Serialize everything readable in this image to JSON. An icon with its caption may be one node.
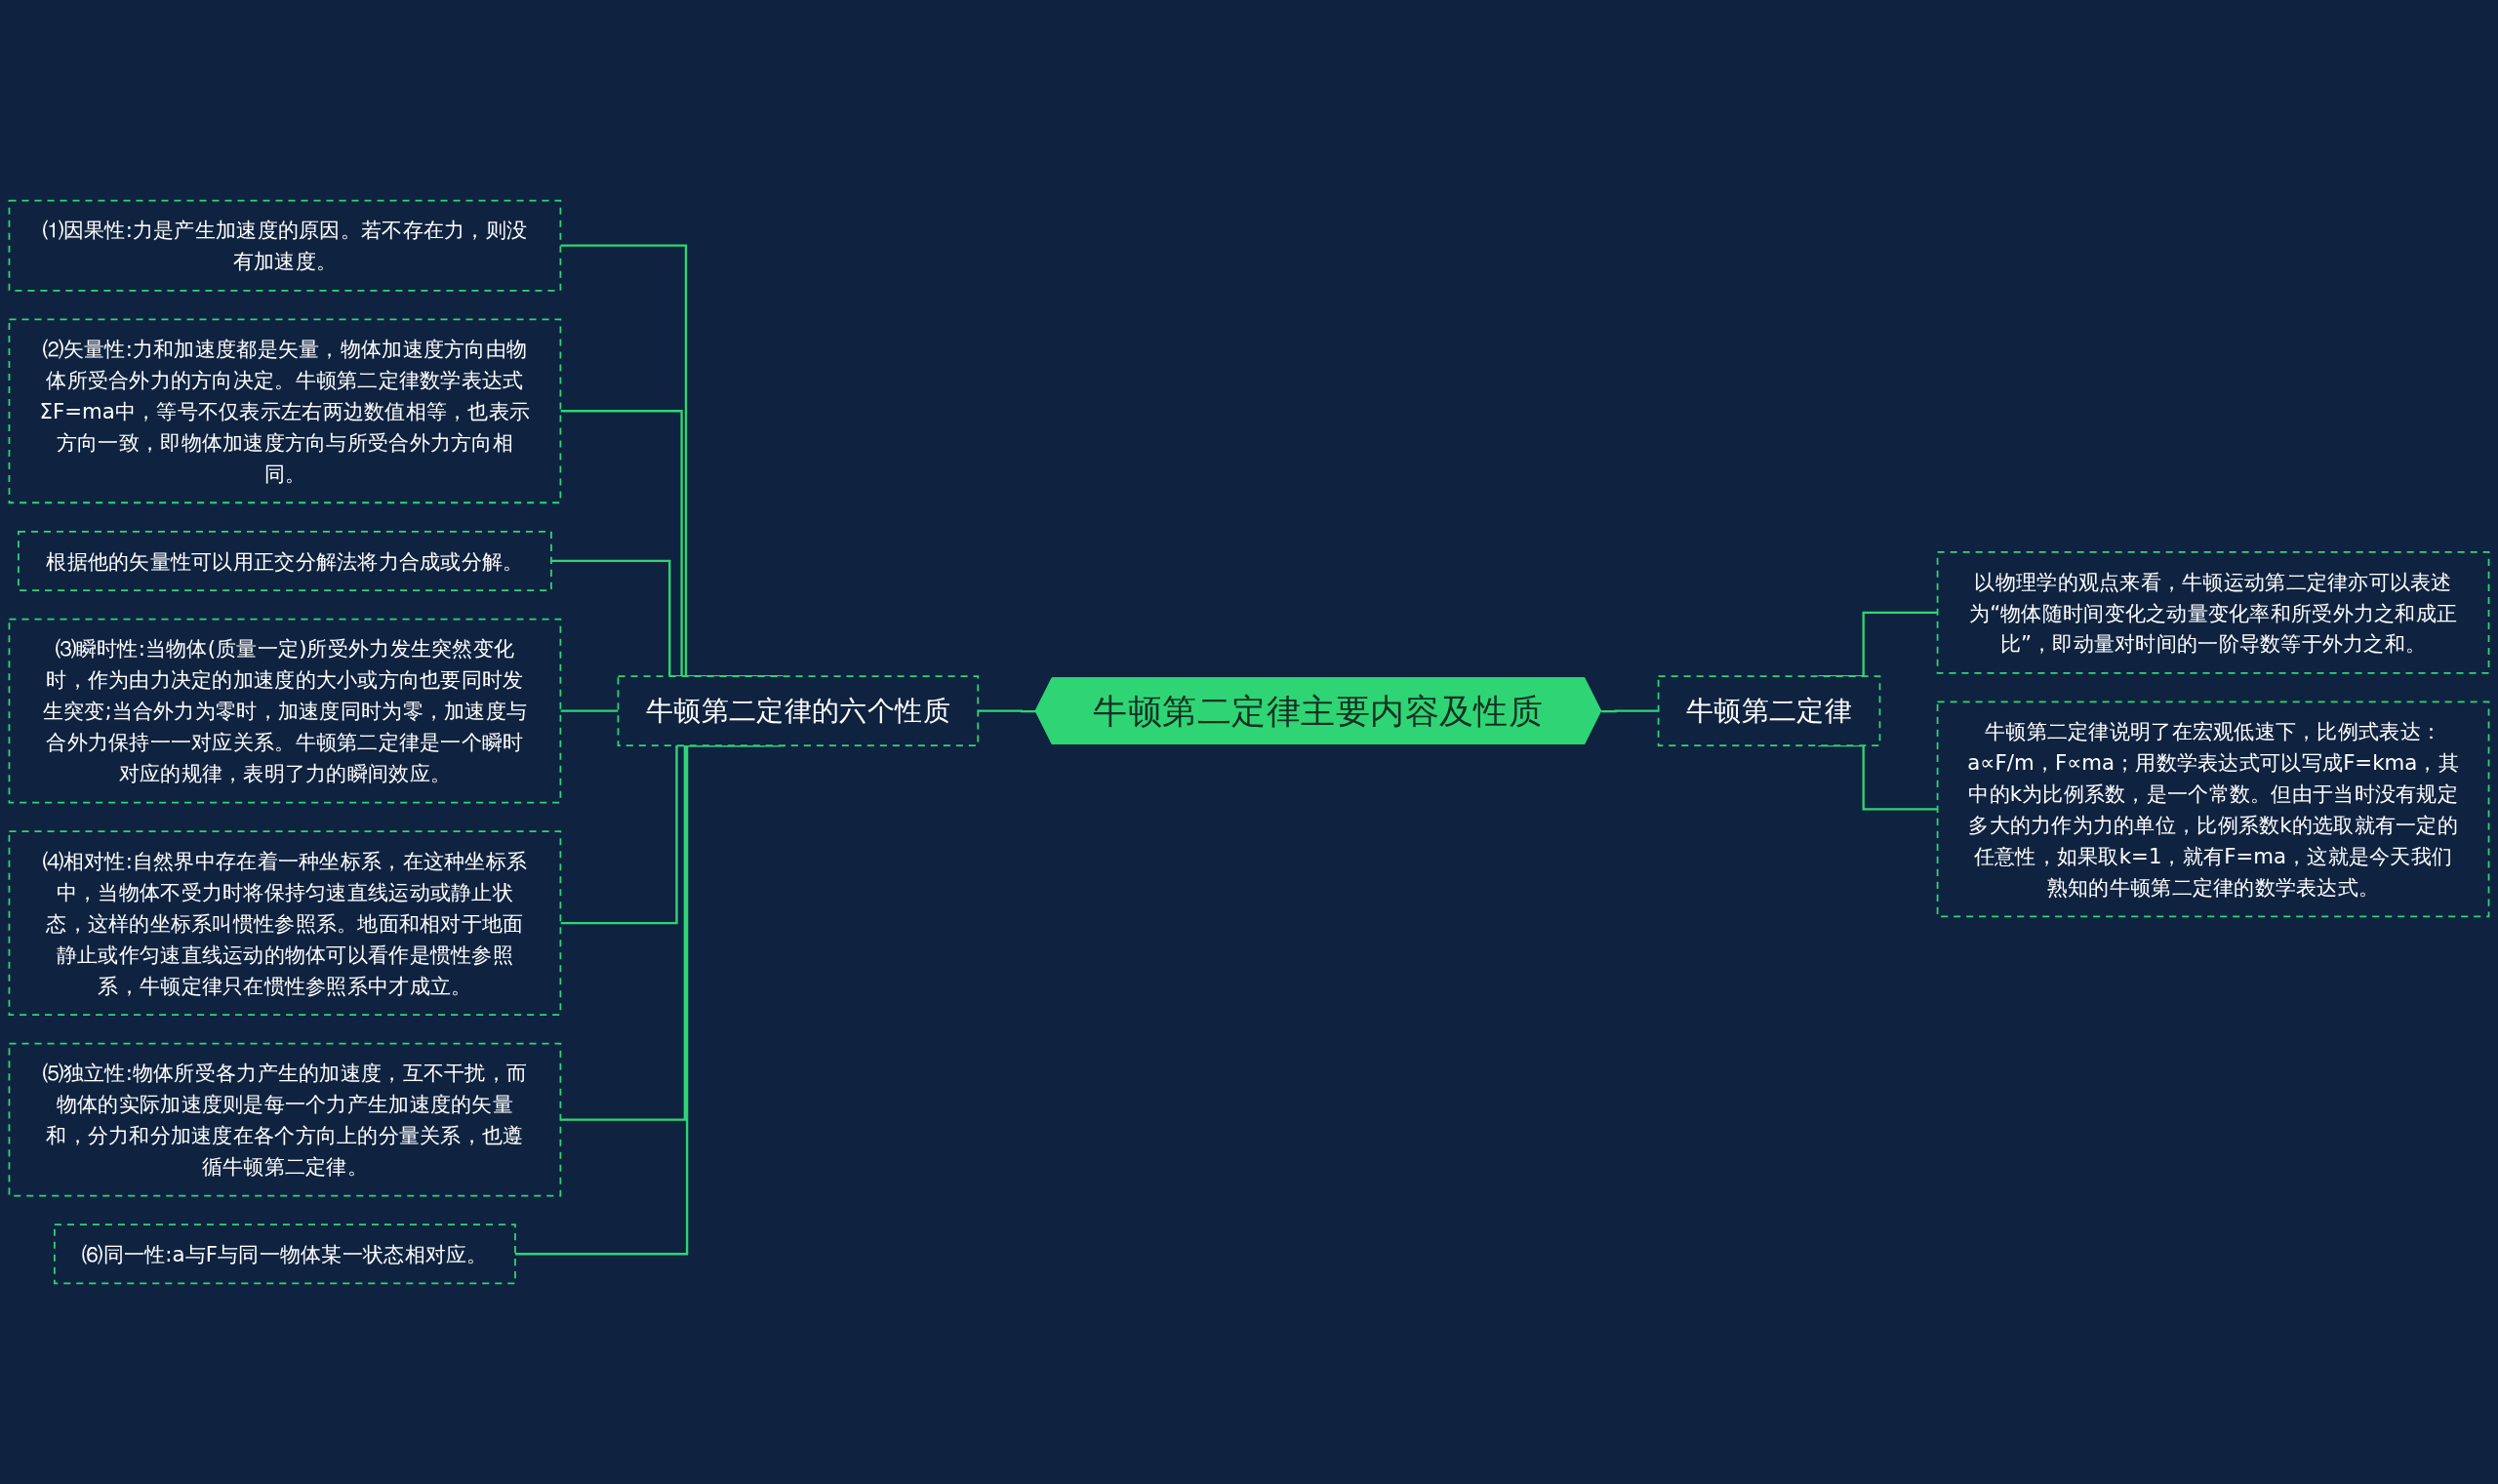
{
  "diagram": {
    "nodes": [
      {
        "text": [
          "牛顿第二定律主要内容及性质"
        ]
      },
      {
        "text": [
          "牛顿第二定律的六个性质"
        ]
      },
      {
        "text": [
          "⑴因果性:力是产生加速度的原因。若不存在力，则没有加速度。"
        ]
      },
      {
        "text": [
          "⑵矢量性:力和加速度都是矢量，物体加速度方向由物体所受合外力的方向决定。牛顿第二定律数学表达式ΣF=ma中，等号不仅表示左右两边数值相等，也表示方向一致，即物体加速度方向与所受合外力方向相同。"
        ]
      },
      {
        "text": [
          "根据他的矢量性可以用正交分解法将力合成或分解。"
        ]
      },
      {
        "text": [
          "⑶瞬时性:当物体(质量一定)所受外力发生突然变化时，作为由力决定的加速度的大小或方向也要同时发生突变;当合外力为零时，加速度同时为零，加速度与合外力保持一一对应关系。牛顿第二定律是一个瞬时对应的规律，表明了力的瞬间效应。"
        ]
      },
      {
        "text": [
          "⑷相对性:自然界中存在着一种坐标系，在这种坐标系中，当物体不受力时将保持匀速直线运动或静止状态，这样的坐标系叫惯性参照系。地面和相对于地面静止或作匀速直线运动的物体可以看作是惯性参照系，牛顿定律只在惯性参照系中才成立。"
        ]
      },
      {
        "text": [
          "⑸独立性:物体所受各力产生的加速度，互不干扰，而物体的实际加速度则是每一个力产生加速度的矢量和，分力和分加速度在各个方向上的分量关系，也遵循牛顿第二定律。"
        ]
      },
      {
        "text": [
          "⑹同一性:a与F与同一物体某一状态相对应。"
        ]
      },
      {
        "text": [
          "牛顿第二定律"
        ]
      },
      {
        "text": [
          "以物理学的观点来看，牛顿运动第二定律亦可以表述为“物体随时间变化之动量变化率和所受外力之和成正比”，即动量对时间的一阶导数等于外力之和。"
        ]
      },
      {
        "text": [
          "牛顿第二定律说明了在宏观低速下，比例式表达：a∝F/m，F∝ma；用数学表达式可以写成F=kma，其中的k为比例系数，是一个常数。但由于当时没有规定多大的力作为力的单位，比例系数k的选取就有一定的任意性，如果取k=1，就有F=ma，这就是今天我们熟知的牛顿第二定律的数学表达式。"
        ]
      }
    ],
    "edges": [
      {
        "from": 0,
        "to": 1,
        "arrow": "none"
      },
      {
        "from": 1,
        "to": 2,
        "arrow": "none"
      },
      {
        "from": 1,
        "to": 3,
        "arrow": "none"
      },
      {
        "from": 1,
        "to": 4,
        "arrow": "none"
      },
      {
        "from": 1,
        "to": 5,
        "arrow": "none"
      },
      {
        "from": 1,
        "to": 6,
        "arrow": "none"
      },
      {
        "from": 1,
        "to": 7,
        "arrow": "none"
      },
      {
        "from": 1,
        "to": 8,
        "arrow": "none"
      },
      {
        "from": 0,
        "to": 9,
        "arrow": "none"
      },
      {
        "from": 9,
        "to": 10,
        "arrow": "none"
      },
      {
        "from": 9,
        "to": 11,
        "arrow": "none"
      }
    ]
  }
}
